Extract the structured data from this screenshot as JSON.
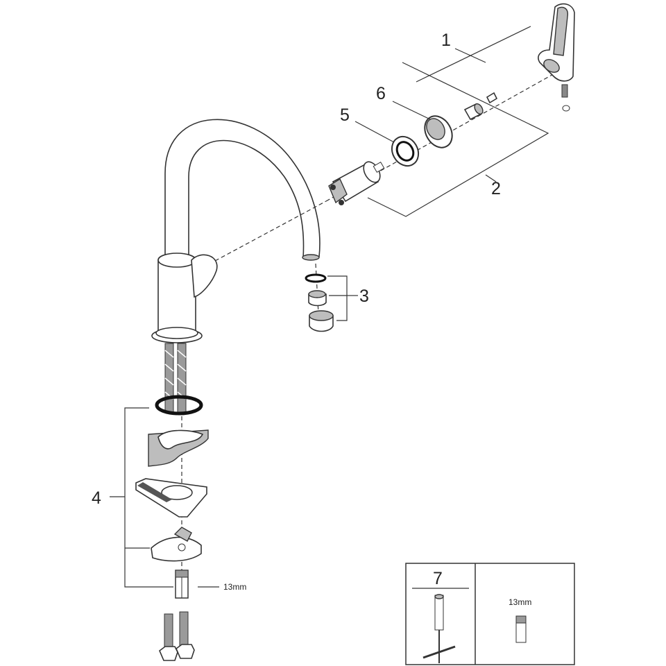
{
  "callouts": {
    "c1": "1",
    "c2": "2",
    "c3": "3",
    "c4": "4",
    "c5": "5",
    "c6": "6",
    "c7": "7"
  },
  "wrench_size_main": "13mm",
  "wrench_size_box": "13mm",
  "colors": {
    "ink": "#333333",
    "shade": "#bdbdbd",
    "background": "#ffffff"
  }
}
